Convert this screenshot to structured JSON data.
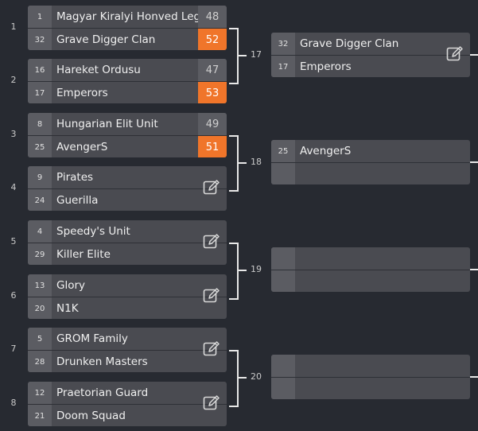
{
  "round1": [
    {
      "num": "1",
      "a": {
        "seed": "1",
        "name": "Magyar Kiralyi Honved Legie",
        "score": "48",
        "win": false
      },
      "b": {
        "seed": "32",
        "name": "Grave Digger Clan",
        "score": "52",
        "win": true
      }
    },
    {
      "num": "2",
      "a": {
        "seed": "16",
        "name": "Hareket Ordusu",
        "score": "47",
        "win": false
      },
      "b": {
        "seed": "17",
        "name": "Emperors",
        "score": "53",
        "win": true
      }
    },
    {
      "num": "3",
      "a": {
        "seed": "8",
        "name": "Hungarian Elit Unit",
        "score": "49",
        "win": false
      },
      "b": {
        "seed": "25",
        "name": "AvengerS",
        "score": "51",
        "win": true
      }
    },
    {
      "num": "4",
      "a": {
        "seed": "9",
        "name": "Pirates",
        "score": "",
        "win": false
      },
      "b": {
        "seed": "24",
        "name": "Guerilla",
        "score": "",
        "win": false
      }
    },
    {
      "num": "5",
      "a": {
        "seed": "4",
        "name": "Speedy's Unit",
        "score": "",
        "win": false
      },
      "b": {
        "seed": "29",
        "name": "Killer Elite",
        "score": "",
        "win": false
      }
    },
    {
      "num": "6",
      "a": {
        "seed": "13",
        "name": "Glory",
        "score": "",
        "win": false
      },
      "b": {
        "seed": "20",
        "name": "N1K",
        "score": "",
        "win": false
      }
    },
    {
      "num": "7",
      "a": {
        "seed": "5",
        "name": "GROM Family",
        "score": "",
        "win": false
      },
      "b": {
        "seed": "28",
        "name": "Drunken Masters",
        "score": "",
        "win": false
      }
    },
    {
      "num": "8",
      "a": {
        "seed": "12",
        "name": "Praetorian Guard",
        "score": "",
        "win": false
      },
      "b": {
        "seed": "21",
        "name": "Doom Squad",
        "score": "",
        "win": false
      }
    }
  ],
  "round2": [
    {
      "num": "17",
      "a": {
        "seed": "32",
        "name": "Grave Digger Clan"
      },
      "b": {
        "seed": "17",
        "name": "Emperors"
      }
    },
    {
      "num": "18",
      "a": {
        "seed": "25",
        "name": "AvengerS"
      },
      "b": {
        "seed": "",
        "name": ""
      }
    },
    {
      "num": "19",
      "a": {
        "seed": "",
        "name": ""
      },
      "b": {
        "seed": "",
        "name": ""
      }
    },
    {
      "num": "20",
      "a": {
        "seed": "",
        "name": ""
      },
      "b": {
        "seed": "",
        "name": ""
      }
    }
  ],
  "icons": {
    "edit": "pencil-edit-icon"
  },
  "colors": {
    "background": "#272a31",
    "match": "#4a4b51",
    "seed": "#5b5c62",
    "winner": "#f0752a",
    "connector": "#e8e8e8"
  }
}
